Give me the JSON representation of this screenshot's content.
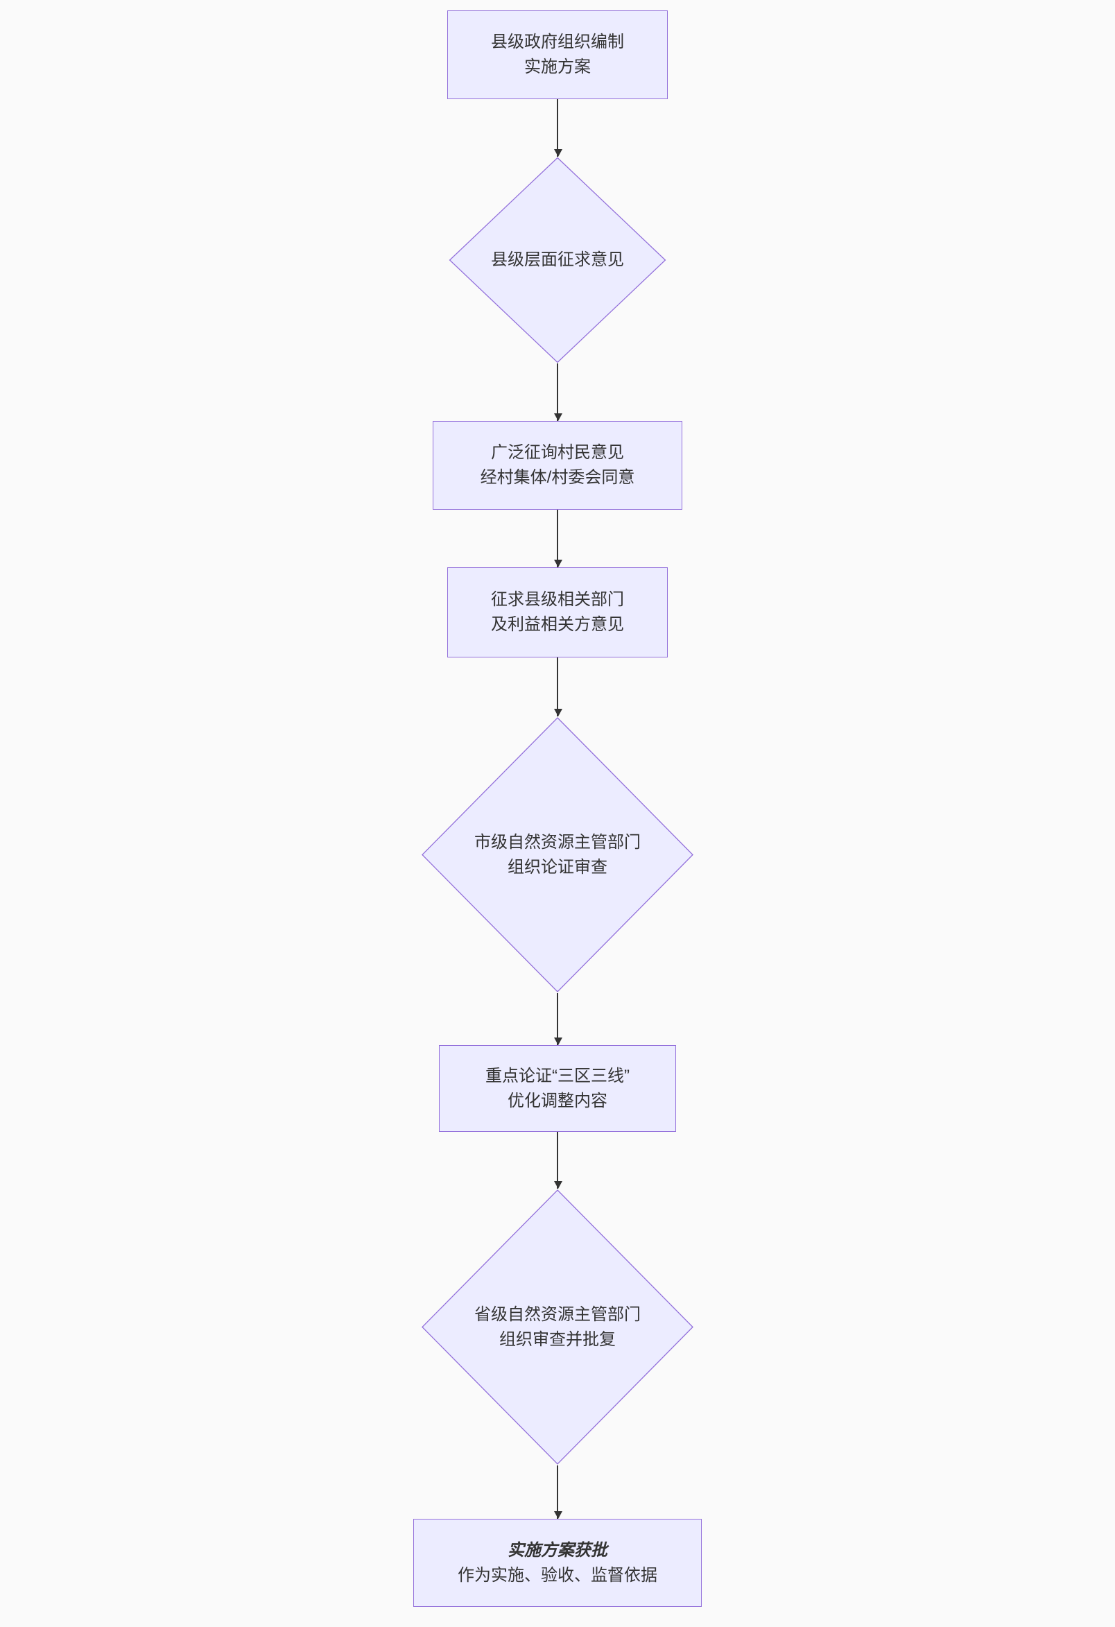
{
  "flowchart": {
    "colors": {
      "node_fill": "#ECECFF",
      "node_border": "#9370DB",
      "text": "#333333",
      "arrow": "#333333",
      "background": "#FAFAFA"
    },
    "nodes": {
      "start": {
        "type": "rect",
        "line1": "县级政府组织编制",
        "line2": "实施方案"
      },
      "county_opinion": {
        "type": "diamond",
        "line1": "县级层面征求意见"
      },
      "villager_opinion": {
        "type": "rect",
        "line1": "广泛征询村民意见",
        "line2": "经村集体/村委会同意"
      },
      "dept_opinion": {
        "type": "rect",
        "line1": "征求县级相关部门",
        "line2": "及利益相关方意见"
      },
      "city_review": {
        "type": "diamond",
        "line1": "市级自然资源主管部门",
        "line2": "组织论证审查"
      },
      "key_verification": {
        "type": "rect",
        "line1": "重点论证“三区三线”",
        "line2": "优化调整内容"
      },
      "province_review": {
        "type": "diamond",
        "line1": "省级自然资源主管部门",
        "line2": "组织审查并批复"
      },
      "approved": {
        "type": "rect",
        "title": "实施方案获批",
        "subtitle": "作为实施、验收、监督依据"
      }
    }
  }
}
